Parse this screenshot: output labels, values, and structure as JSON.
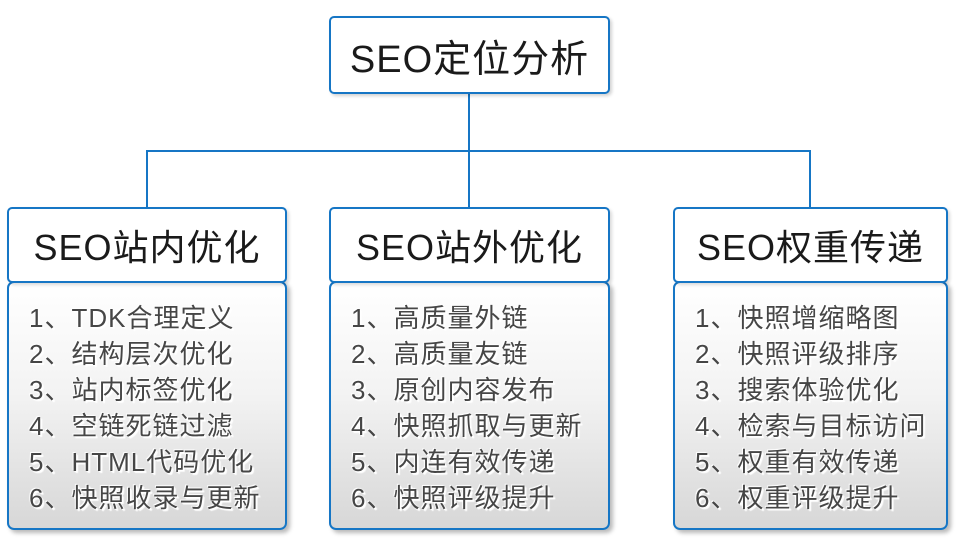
{
  "root": {
    "title": "SEO定位分析"
  },
  "columns": [
    {
      "header": "SEO站内优化",
      "items": [
        "1、TDK合理定义",
        "2、结构层次优化",
        "3、站内标签优化",
        "4、空链死链过滤",
        "5、HTML代码优化",
        "6、快照收录与更新"
      ]
    },
    {
      "header": "SEO站外优化",
      "items": [
        "1、高质量外链",
        "2、高质量友链",
        "3、原创内容发布",
        "4、快照抓取与更新",
        "5、内连有效传递",
        "6、快照评级提升"
      ]
    },
    {
      "header": "SEO权重传递",
      "items": [
        "1、快照增缩略图",
        "2、快照评级排序",
        "3、搜索体验优化",
        "4、检索与目标访问",
        "5、权重有效传递",
        "6、权重评级提升"
      ]
    }
  ],
  "colors": {
    "line_blue": "#1676C5",
    "box_bg_bottom": "#d7d7d7",
    "text_dark": "#1a1a1a"
  }
}
